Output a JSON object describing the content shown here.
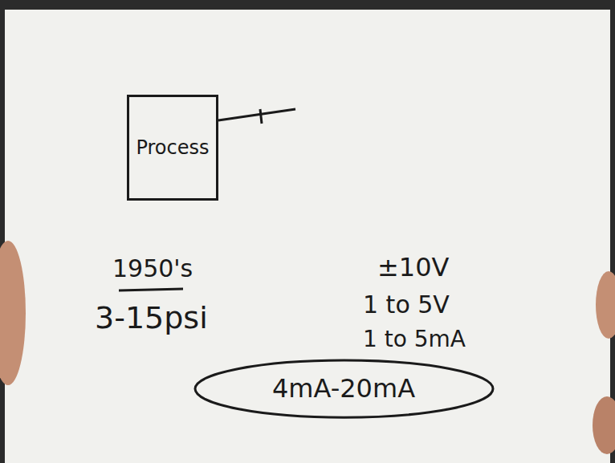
{
  "diagram": {
    "nodes": [
      {
        "text": [
          "Process"
        ]
      },
      {
        "text": [
          "4mA-20mA"
        ]
      }
    ],
    "labels": [
      "1950's",
      "3-15psi",
      "±10V",
      "1 to 5V",
      "1 to 5mA"
    ]
  }
}
